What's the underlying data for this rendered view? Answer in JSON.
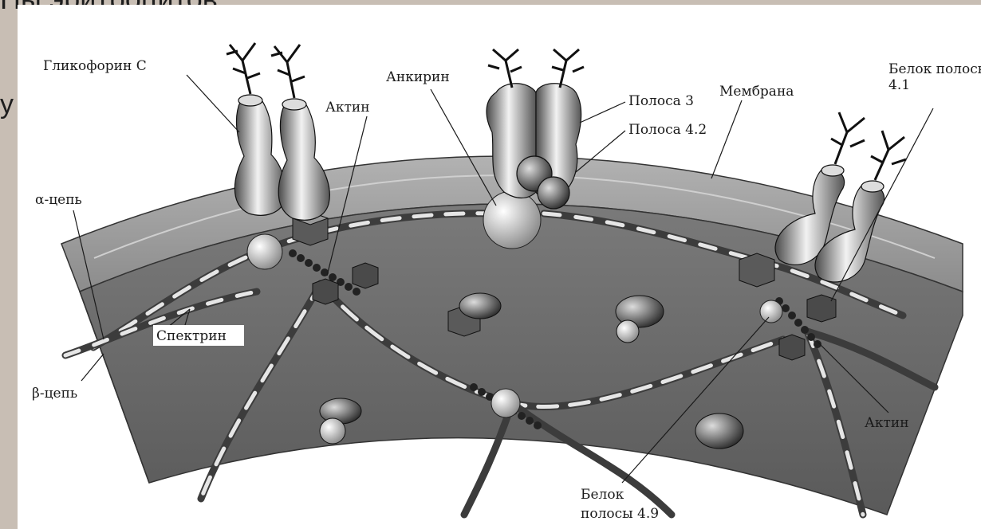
{
  "header_fragment": "Ны эритроцитов",
  "side_fragment": "у",
  "labels": {
    "glycophorin_c": "Гликофорин С",
    "ankyrin": "Анкирин",
    "actin_top": "Актин",
    "band3": "Полоса 3",
    "membrane": "Мембрана",
    "band41_line1": "Белок полосы",
    "band41_line2": "4.1",
    "band42": "Полоса 4.2",
    "alpha_chain": "α-цепь",
    "spectrin": "Спектрин",
    "beta_chain": "β-цепь",
    "actin_right": "Актин",
    "band49_line1": "Белок",
    "band49_line2": "полосы 4.9"
  },
  "colors": {
    "frame": "#c8beb4",
    "membrane_rim": "#9a9a9a",
    "membrane_inner": "#6b6b6b",
    "spectrin_dark": "#3c3c3c",
    "spectrin_light": "#e6e6e6"
  },
  "icons": [
    "glycophorin-icon",
    "band3-dimer-icon",
    "ankyrin-sphere-icon",
    "actin-filament-icon",
    "band41-cube-icon"
  ]
}
